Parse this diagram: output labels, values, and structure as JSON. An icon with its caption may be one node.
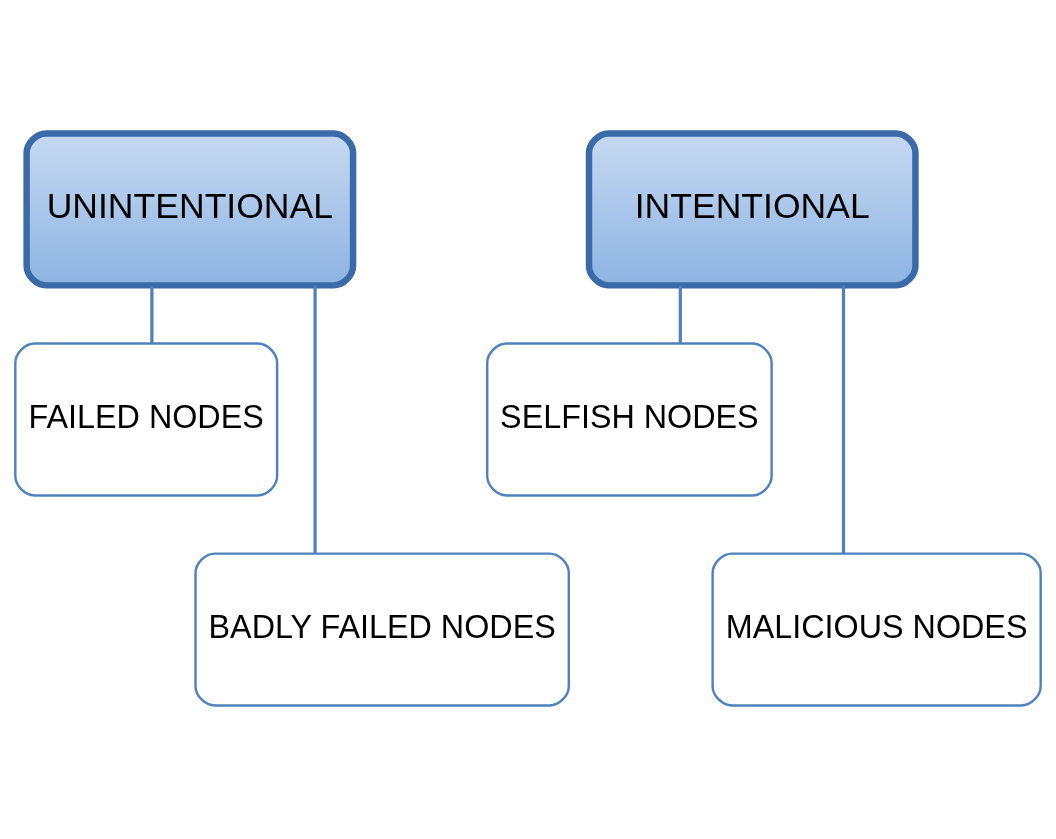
{
  "diagram": {
    "nodes": [
      {
        "text": [
          "UNINTENTIONAL"
        ]
      },
      {
        "text": [
          "FAILED NODES"
        ]
      },
      {
        "text": [
          "BADLY FAILED NODES"
        ]
      },
      {
        "text": [
          "INTENTIONAL"
        ]
      },
      {
        "text": [
          "SELFISH NODES"
        ]
      },
      {
        "text": [
          "MALICIOUS NODES"
        ]
      }
    ],
    "edges": [
      {
        "from": 0,
        "to": 1,
        "arrow": "none"
      },
      {
        "from": 0,
        "to": 2,
        "arrow": "none"
      },
      {
        "from": 3,
        "to": 4,
        "arrow": "none"
      },
      {
        "from": 3,
        "to": 5,
        "arrow": "none"
      }
    ]
  }
}
